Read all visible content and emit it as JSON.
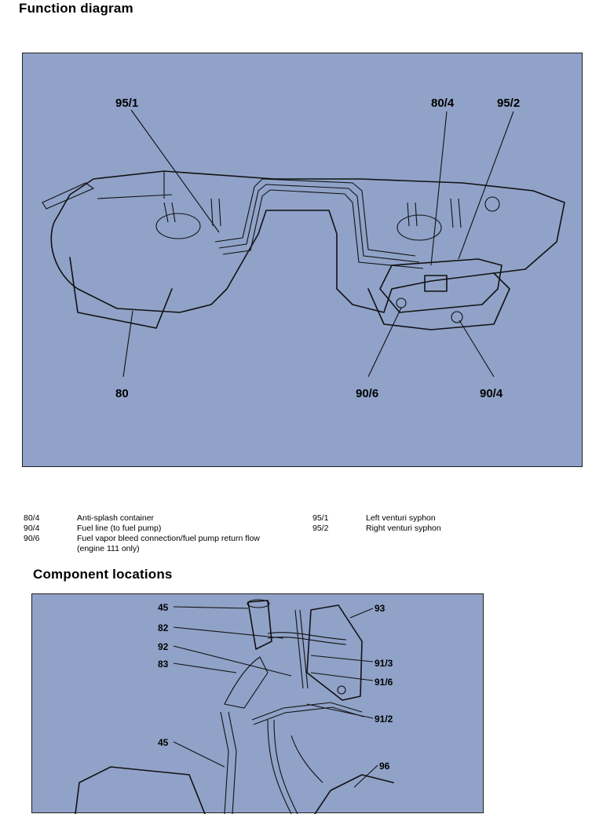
{
  "headings": {
    "function_diagram": "Function diagram",
    "component_locations": "Component locations"
  },
  "diagram1": {
    "labels": {
      "l95_1": "95/1",
      "l80_4": "80/4",
      "l95_2": "95/2",
      "l80": "80",
      "l90_6": "90/6",
      "l90_4": "90/4"
    }
  },
  "legend": {
    "left": [
      {
        "code": "80/4",
        "text": "Anti-splash container"
      },
      {
        "code": "90/4",
        "text": "Fuel line (to fuel pump)"
      },
      {
        "code": "90/6",
        "text": "Fuel vapor bleed connection/fuel pump return flow (engine 111 only)"
      }
    ],
    "right": [
      {
        "code": "95/1",
        "text": "Left venturi syphon"
      },
      {
        "code": "95/2",
        "text": "Right venturi syphon"
      }
    ]
  },
  "diagram2": {
    "labels": {
      "l45a": "45",
      "l82": "82",
      "l92": "92",
      "l83": "83",
      "l45b": "45",
      "l93": "93",
      "l91_3": "91/3",
      "l91_6": "91/6",
      "l91_2": "91/2",
      "l96": "96"
    }
  }
}
